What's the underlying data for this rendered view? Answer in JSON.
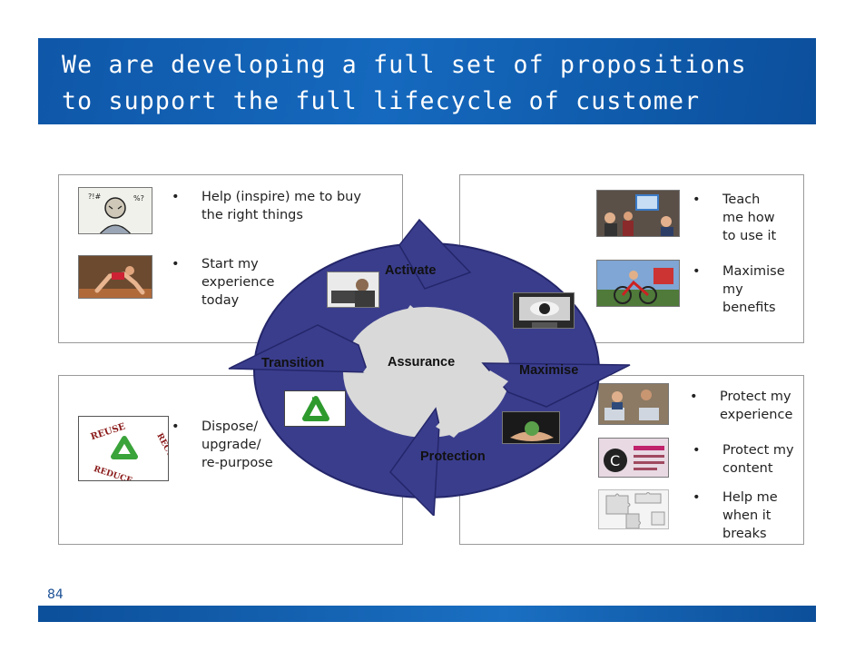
{
  "slide": {
    "title": "We are developing a full set of propositions to support the full lifecycle of customer needs",
    "page_number": "84"
  },
  "colors": {
    "title_bar": "#1263b7",
    "cycle_ring": "#3a3d8c",
    "cycle_center": "#d9d9d9"
  },
  "cycle": {
    "activate": "Activate",
    "maximise": "Maximise",
    "protection": "Protection",
    "transition": "Transition",
    "assurance": "Assurance"
  },
  "quadrants": {
    "top_left": {
      "items": [
        {
          "bullet": "•",
          "text": "Help (inspire) me to buy\nthe right things"
        },
        {
          "bullet": "•",
          "text": "Start my\nexperience\ntoday"
        }
      ]
    },
    "top_right": {
      "items": [
        {
          "bullet": "•",
          "text": "Teach\nme how\nto use it"
        },
        {
          "bullet": "•",
          "text": "Maximise\nmy\nbenefits"
        }
      ]
    },
    "bottom_left": {
      "items": [
        {
          "bullet": "•",
          "text": "Dispose/\nupgrade/\nre-purpose"
        }
      ]
    },
    "bottom_right": {
      "items": [
        {
          "bullet": "•",
          "text": "Protect my\nexperience"
        },
        {
          "bullet": "•",
          "text": "Protect my\ncontent"
        },
        {
          "bullet": "•",
          "text": "Help me\nwhen it\nbreaks"
        }
      ]
    }
  },
  "logos": {
    "reuse_logo": {
      "top": "REUSE",
      "right": "RECYCLE",
      "bottom": "REDUCE"
    }
  },
  "images": [
    "confused-person-cartoon",
    "sprinter-start",
    "training-class",
    "cyclists",
    "woman-with-laptop",
    "eye-monitor",
    "recycle-symbol",
    "hands-with-globe",
    "classroom-laptops",
    "copyright-mouse",
    "puzzle-pieces",
    "reuse-recycle-reduce-logo"
  ]
}
